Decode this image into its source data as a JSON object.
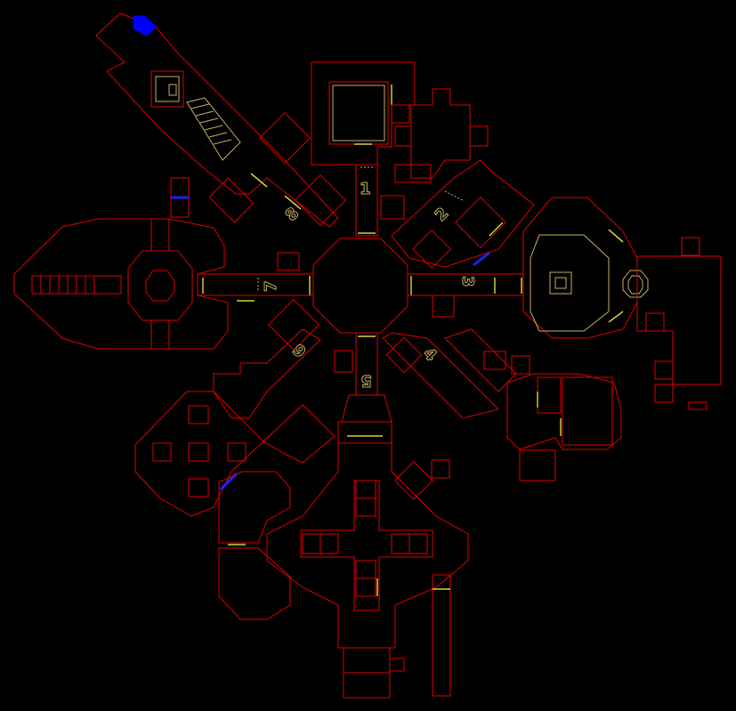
{
  "map": {
    "background": "#000000",
    "colors": {
      "wall": "#e00000",
      "step": "#c8b060",
      "door": "#ffff40",
      "key": "#0000ff"
    },
    "floor_markers": [
      "1",
      "2",
      "3",
      "4",
      "5",
      "6",
      "7",
      "8"
    ]
  }
}
